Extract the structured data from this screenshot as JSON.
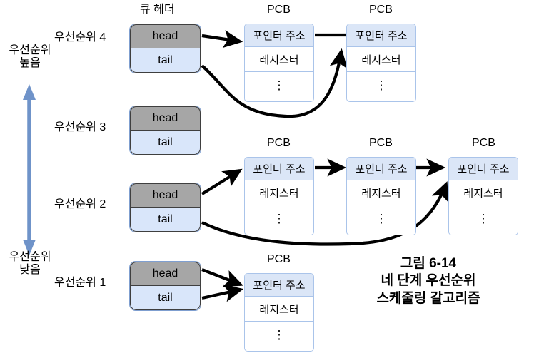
{
  "figure": {
    "headers": {
      "queue_header": "큐 헤더",
      "pcb": "PCB"
    },
    "axis": {
      "high_line1": "우선순위",
      "high_line2": "높음",
      "low_line1": "우선순위",
      "low_line2": "낮음",
      "arrow_color": "#6f93c9",
      "icon": "double-headed-vertical-arrow"
    },
    "queues": [
      {
        "priority_label": "우선순위 4",
        "head_label": "head",
        "tail_label": "tail",
        "pcb_count": 2
      },
      {
        "priority_label": "우선순위 3",
        "head_label": "head",
        "tail_label": "tail",
        "pcb_count": 0
      },
      {
        "priority_label": "우선순위 2",
        "head_label": "head",
        "tail_label": "tail",
        "pcb_count": 3
      },
      {
        "priority_label": "우선순위 1",
        "head_label": "head",
        "tail_label": "tail",
        "pcb_count": 1
      }
    ],
    "pcb_fields": {
      "pointer": "포인터 주소",
      "register": "레지스터",
      "ellipsis": "⋮"
    },
    "caption": {
      "line1": "그림 6-14",
      "line2": "네 단계 우선순위",
      "line3": "스케줄링 갈고리즘"
    },
    "colors": {
      "head_fill": "#a6a6a6",
      "tail_fill": "#d9e6fa",
      "pcb_header_fill": "#dbe6f7",
      "pcb_border": "#aac4ea",
      "link_arrow": "#000000"
    }
  }
}
